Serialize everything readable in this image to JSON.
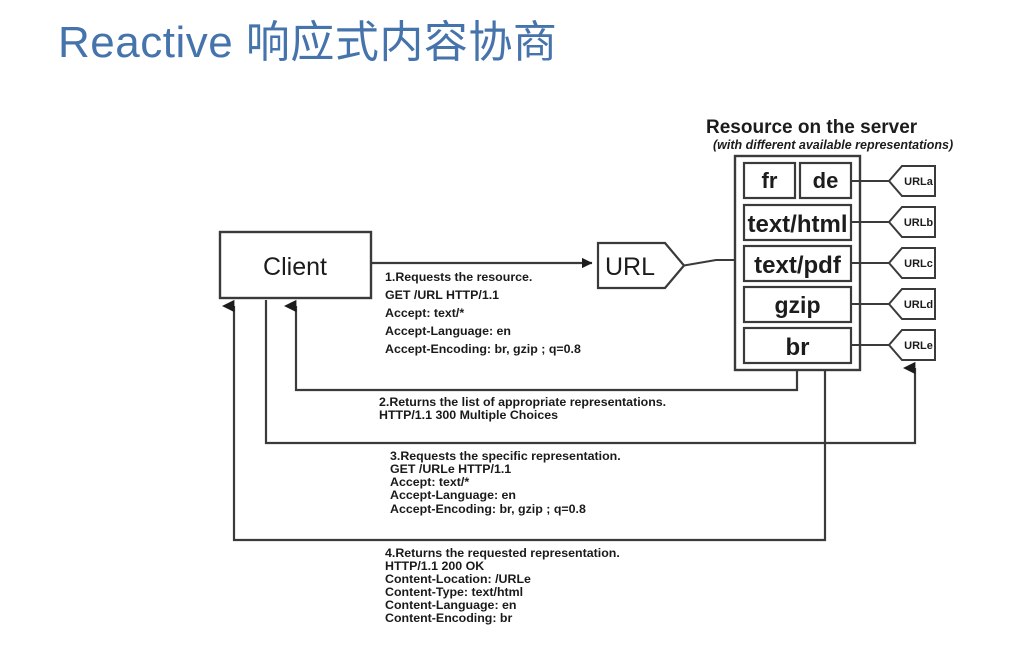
{
  "slide": {
    "title": "Reactive 响应式内容协商",
    "title_color": "#4573ac",
    "background": "#ffffff"
  },
  "diagram": {
    "type": "sequence-flow",
    "client": {
      "label": "Client"
    },
    "url_node": {
      "label": "URL"
    },
    "server": {
      "header": "Resource on the server",
      "subheader": "(with different available representations)",
      "representations": [
        {
          "label": "fr",
          "url_tag": "URLa"
        },
        {
          "label": "de",
          "url_tag": "URLa"
        },
        {
          "label": "text/html",
          "url_tag": "URLb"
        },
        {
          "label": "text/pdf",
          "url_tag": "URLc"
        },
        {
          "label": "gzip",
          "url_tag": "URLd"
        },
        {
          "label": "br",
          "url_tag": "URLe"
        }
      ],
      "url_tags": [
        "URLa",
        "URLb",
        "URLc",
        "URLd",
        "URLe"
      ]
    },
    "messages": [
      {
        "id": "step1",
        "direction": "client-to-server",
        "lines": [
          "1.Requests the resource.",
          "GET /URL HTTP/1.1",
          "Accept:  text/*",
          "Accept-Language:  en",
          "Accept-Encoding:  br,  gzip ;  q=0.8"
        ]
      },
      {
        "id": "step2",
        "direction": "server-to-client",
        "lines": [
          "2.Returns the list of appropriate representations.",
          "HTTP/1.1 300 Multiple Choices"
        ]
      },
      {
        "id": "step3",
        "direction": "client-to-server",
        "lines": [
          "3.Requests the specific representation.",
          "GET /URLe HTTP/1.1",
          "Accept:  text/*",
          "Accept-Language:  en",
          "Accept-Encoding:  br,  gzip ;  q=0.8"
        ]
      },
      {
        "id": "step4",
        "direction": "server-to-client",
        "lines": [
          "4.Returns the requested representation.",
          "HTTP/1.1  200  OK",
          "Content-Location:  /URLe",
          "Content-Type:  text/html",
          "Content-Language:   en",
          "Content-Encoding:   br"
        ]
      }
    ]
  }
}
